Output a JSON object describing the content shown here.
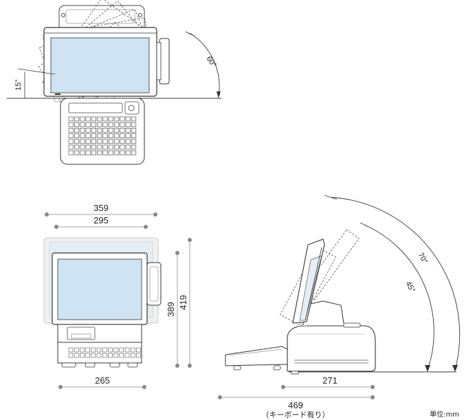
{
  "top_view": {
    "tilt_min_label": "15°",
    "tilt_max_label": "60°"
  },
  "front_view": {
    "width_outer_label": "359",
    "width_inner_label": "295",
    "base_width_label": "265",
    "height_label": "389",
    "height_max_label": "419"
  },
  "side_view": {
    "depth_label": "271",
    "depth_with_keyboard_label": "469",
    "with_keyboard_note": "（キーボード有り）",
    "angle_max_label": "70°",
    "angle_mid_label": "45°"
  },
  "unit_label": "単位:mm",
  "colors": {
    "screen_fill": "#cfe3f2",
    "line": "#333333",
    "dim_line": "#888888"
  }
}
